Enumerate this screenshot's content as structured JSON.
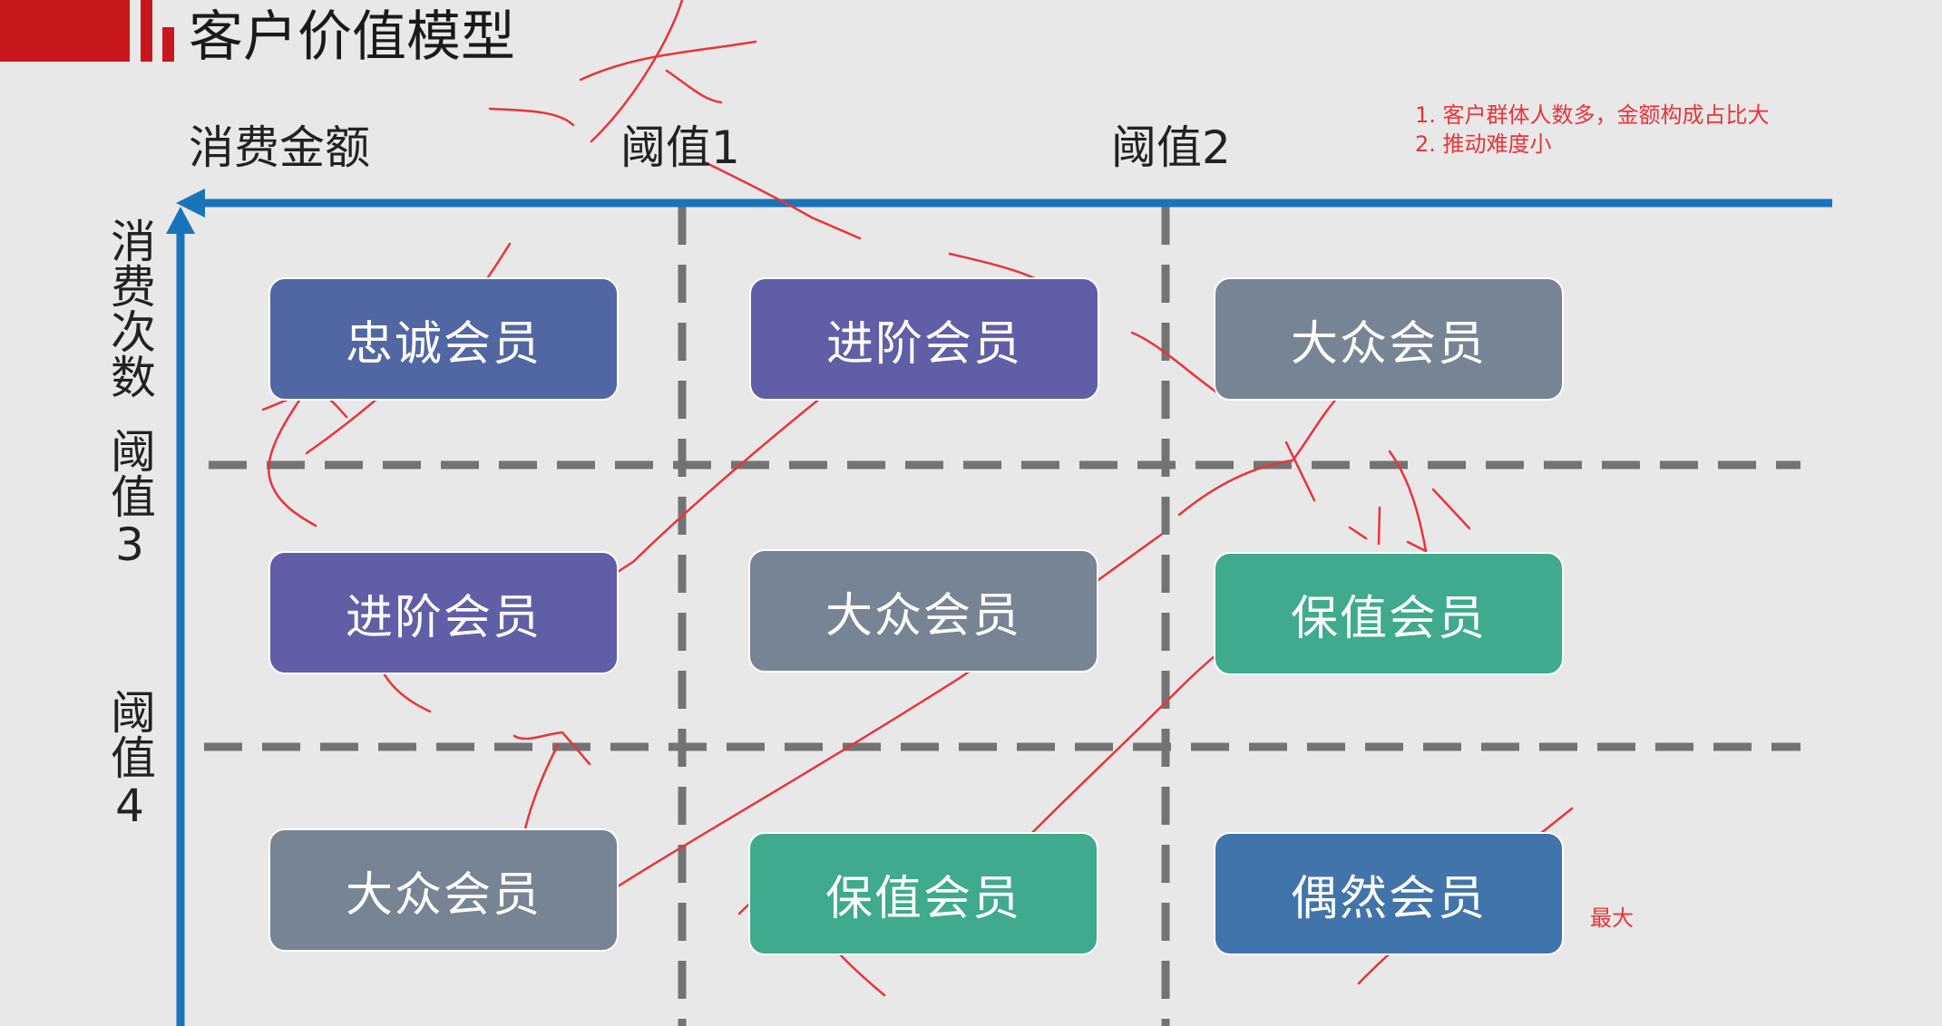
{
  "title": "客户价值模型",
  "axis_labels": {
    "x_axis": "消费金额",
    "threshold_1": "阈值1",
    "threshold_2": "阈值2",
    "y_axis": "消费次数",
    "threshold_3": "阈值3",
    "threshold_4": "阈值4"
  },
  "grid": [
    [
      "忠诚会员",
      "进阶会员",
      "大众会员"
    ],
    [
      "进阶会员",
      "大众会员",
      "保值会员"
    ],
    [
      "大众会员",
      "保值会员",
      "偶然会员"
    ]
  ],
  "notes": {
    "line_1": "1. 客户群体人数多，金额构成占比大",
    "line_2": "2. 推动难度小",
    "max_label": "最大"
  },
  "colors": {
    "brand_red": "#c8161d",
    "axis_blue": "#1a74b9",
    "divider_gray": "#737373",
    "annotation_red": "#e8343a",
    "loyal": "#5067a3",
    "advanced": "#5f5ea6",
    "mass": "#778494",
    "retain": "#3faa8d",
    "casual": "#4274ac"
  }
}
